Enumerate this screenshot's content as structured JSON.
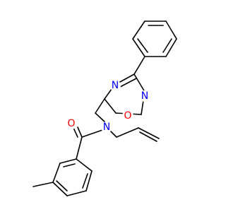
{
  "diagram": {
    "type": "skeletal-structure",
    "atom_labels": {
      "oxygen_carbonyl": "O",
      "nitrogen_amide": "N",
      "nitrogen_ring_3": "N",
      "oxygen_ring": "O",
      "nitrogen_ring_2": "N"
    },
    "colors": {
      "oxygen": "#ff0000",
      "nitrogen": "#0000ff",
      "bond": "#000000",
      "background": "#ffffff"
    }
  }
}
